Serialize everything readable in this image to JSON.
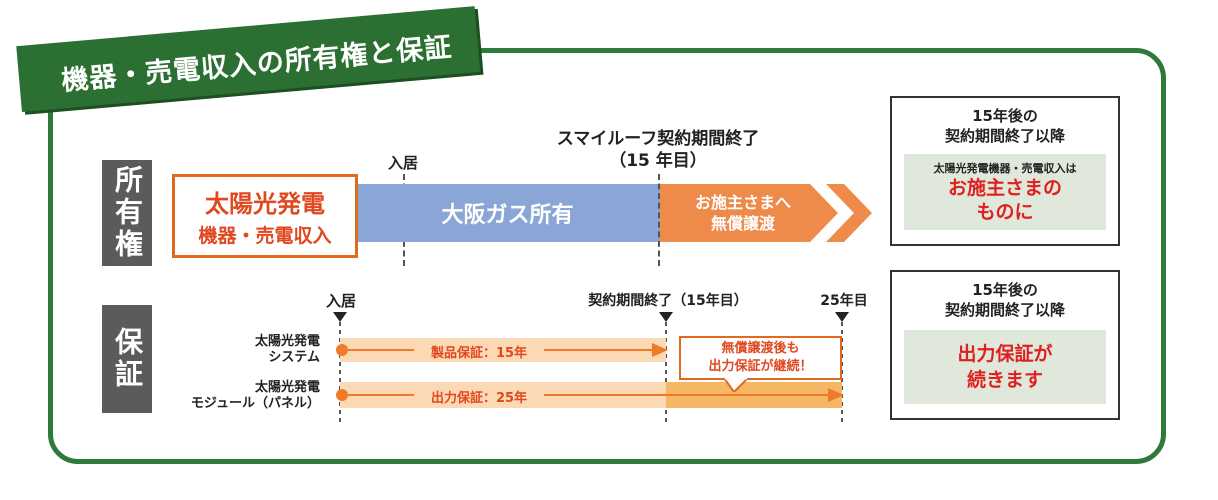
{
  "title": "機器・売電収入の所有権と保証",
  "ownership": {
    "row_label": "所有権",
    "solar_box": {
      "line1": "太陽光発電",
      "line2": "機器・売電収入"
    },
    "move_in": "入居",
    "contract_end": {
      "line1": "スマイルーフ契約期間終了",
      "line2": "（15 年目）"
    },
    "blue_bar": "大阪ガス所有",
    "orange_arrow": {
      "line1": "お施主さまへ",
      "line2": "無償譲渡"
    },
    "after_box": {
      "head_line1": "15年後の",
      "head_line2": "契約期間終了以降",
      "panel_small": "太陽光発電機器・売電収入は",
      "panel_big_line1": "お施主さまの",
      "panel_big_line2": "ものに"
    }
  },
  "warranty": {
    "row_label": "保証",
    "move_in": "入居",
    "contract_end": "契約期間終了（15年目）",
    "year25": "25年目",
    "system_label": {
      "line1": "太陽光発電",
      "line2": "システム"
    },
    "module_label": {
      "line1": "太陽光発電",
      "line2": "モジュール（パネル）"
    },
    "product_warranty": "製品保証：15年",
    "output_warranty": "出力保証：25年",
    "callout": {
      "line1": "無償譲渡後も",
      "line2": "出力保証が継続！"
    },
    "after_box": {
      "head_line1": "15年後の",
      "head_line2": "契約期間終了以降",
      "panel_line1": "出力保証が",
      "panel_line2": "続きます"
    }
  },
  "colors": {
    "frame_green": "#2d7a3a",
    "label_gray": "#5b5b5b",
    "blue_bar": "#8aa6d6",
    "orange": "#ee8a4a",
    "accent_red": "#e02020",
    "peach": "#fbd9b4"
  }
}
